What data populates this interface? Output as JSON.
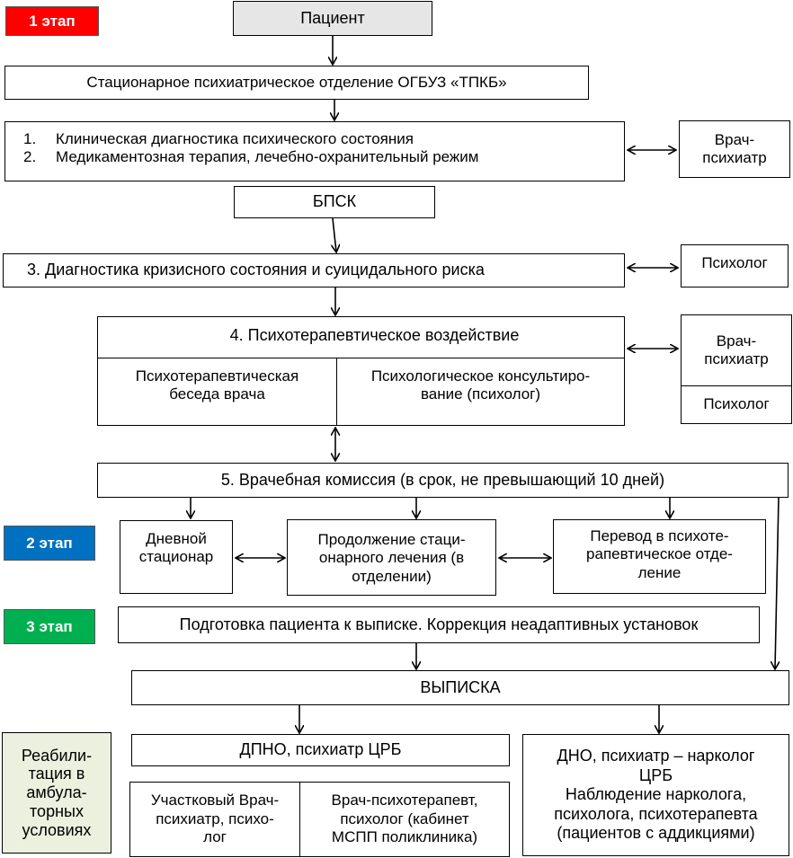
{
  "stages": {
    "stage1": {
      "label": "1 этап",
      "color": "#ff0000"
    },
    "stage2": {
      "label": "2 этап",
      "color": "#0070c0"
    },
    "stage3": {
      "label": "3 этап",
      "color": "#00b050"
    }
  },
  "nodes": {
    "patient": "Пациент",
    "department": "Стационарное  психиатрическое отделение ОГБУЗ «ТПКБ»",
    "diagnostics_list": [
      {
        "num": "1.",
        "text": "Клиническая диагностика психического  состояния"
      },
      {
        "num": "2.",
        "text": "Медикаментозная терапия, лечебно-охранительный режим"
      }
    ],
    "psychiatrist_1": "Врач-\nпсихиатр",
    "bpsk": "БПСК",
    "crisis": "3. Диагностика кризисного  состояния и  суицидального  риска",
    "psychologist_1": "Психолог",
    "psychotherapy_title": "4. Психотерапевтическое  воздействие",
    "psychotherapy_talk": "Психотерапевтическая\nбеседа врача",
    "psychological_consult": "Психологическое консультиро-\nвание (психолог)",
    "psychiatrist_2": "Врач-\nпсихиатр",
    "psychologist_2": "Психолог",
    "commission": "5. Врачебная  комиссия (в  срок,  не  превышающий  10  дней)",
    "day_hospital": "Дневной\nстационар",
    "continue_treatment": "Продолжение  стаци-\nонарного  лечения (в\nотделении)",
    "transfer": "Перевод  в психоте-\nрапевтическое отде-\nление",
    "discharge_prep": "Подготовка пациента  к выписке.  Коррекция  неадаптивных  установок",
    "discharge": "ВЫПИСКА",
    "rehab": "Реабили-\nтация в\nамбула-\nторных\nусловиях",
    "dpno": "ДПНО, психиатр ЦРБ",
    "local_doctor": "Участковый Врач-\nпсихиатр, психо-\nлог",
    "psychotherapist": "Врач-психотерапевт,\nпсихолог (кабинет\nМСПП поликлиника)",
    "dno": "ДНО, психиатр – нарколог\nЦРБ\nНаблюдение нарколога,\nпсихолога, психотерапевта\n(пациентов с аддикциями)"
  },
  "colors": {
    "rehab_fill": "#ebf1de"
  }
}
